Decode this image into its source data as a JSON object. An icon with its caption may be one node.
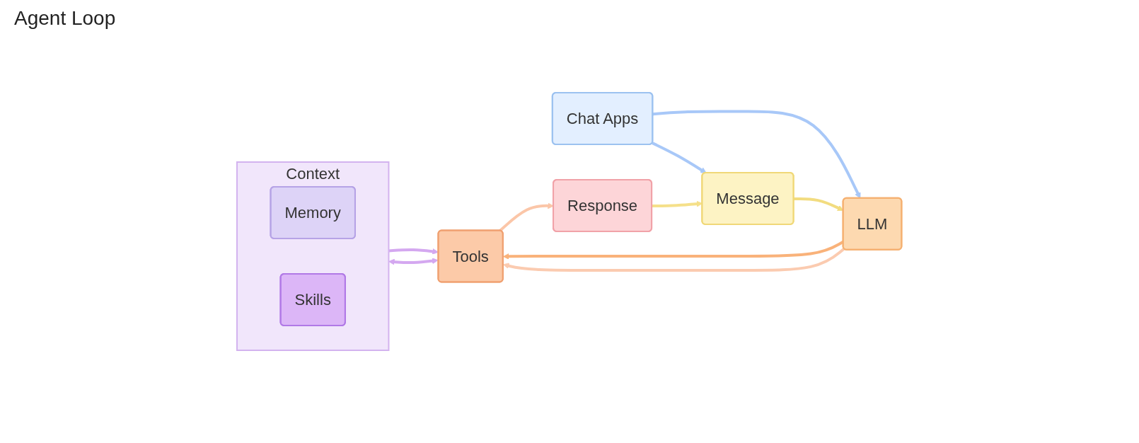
{
  "diagram": {
    "nodes": [
      {
        "text": [
          "Chat Apps"
        ]
      },
      {
        "text": [
          "Message"
        ]
      },
      {
        "text": [
          "Response"
        ]
      },
      {
        "text": [
          "LLM"
        ]
      },
      {
        "text": [
          "Tools"
        ]
      },
      {
        "text": [
          "Context"
        ]
      },
      {
        "text": [
          "Memory"
        ],
        "in": 5
      },
      {
        "text": [
          "Skills"
        ],
        "in": 5
      }
    ],
    "edges": [
      {
        "from": 0,
        "to": 1,
        "arrow": "to",
        "color": "#a8c8f8"
      },
      {
        "from": 0,
        "to": 3,
        "arrow": "to",
        "color": "#a8c8f8"
      },
      {
        "from": 1,
        "to": 3,
        "arrow": "to",
        "color": "#f2dc80"
      },
      {
        "from": 3,
        "to": 4,
        "arrow": "to",
        "color": "#f9b27a"
      },
      {
        "from": 3,
        "to": 4,
        "arrow": "to",
        "color": "#fbcbb0"
      },
      {
        "from": 4,
        "to": 2,
        "arrow": "to",
        "color": "#fbc6a8"
      },
      {
        "from": 2,
        "to": 1,
        "arrow": "to",
        "color": "#f5e08a"
      },
      {
        "from": 5,
        "to": 4,
        "arrow": "to",
        "color": "#d4a8f0"
      },
      {
        "from": 4,
        "to": 5,
        "arrow": "both",
        "color": "#d4a8f0"
      }
    ],
    "labels": [
      "Agent Loop"
    ]
  }
}
